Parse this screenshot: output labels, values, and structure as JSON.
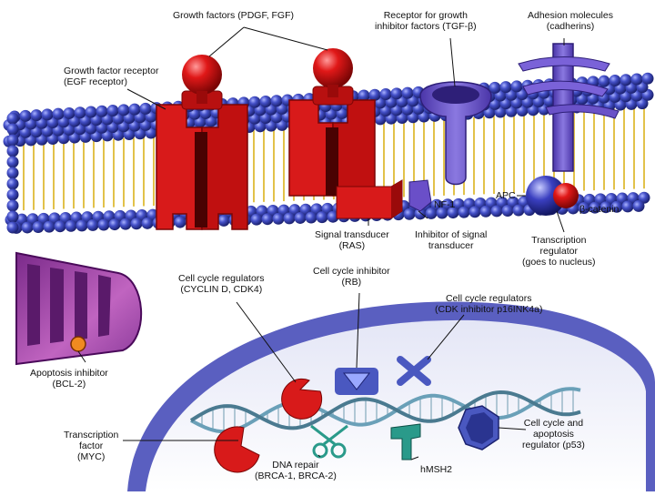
{
  "labels": {
    "growth_factors": "Growth factors (PDGF, FGF)",
    "receptor_inhibitor": [
      "Receptor for growth",
      "inhibitor factors (TGF-β)"
    ],
    "adhesion": [
      "Adhesion molecules",
      "(cadherins)"
    ],
    "gf_receptor": [
      "Growth factor receptor",
      "(EGF receptor)"
    ],
    "nf1": "NF-1",
    "apc": "APC",
    "beta_catenin": "β-catenin",
    "signal_transducer": [
      "Signal transducer",
      "(RAS)"
    ],
    "inhibitor_signal": [
      "Inhibitor of signal",
      "transducer"
    ],
    "transcription_regulator": [
      "Transcription",
      "regulator",
      "(goes to nucleus)"
    ],
    "cyclin": [
      "Cell cycle regulators",
      "(CYCLIN D, CDK4)"
    ],
    "rb": [
      "Cell cycle inhibitor",
      "(RB)"
    ],
    "cdk_inhibitor": [
      "Cell cycle regulators",
      "(CDK inhibitor p16INK4a)"
    ],
    "bcl2": [
      "Apoptosis inhibitor",
      "(BCL-2)"
    ],
    "myc": [
      "Transcription",
      "factor",
      "(MYC)"
    ],
    "dna_repair": [
      "DNA repair",
      "(BRCA-1, BRCA-2)"
    ],
    "hmsh2": "hMSH2",
    "p53": [
      "Cell cycle and",
      "apoptosis",
      "regulator (p53)"
    ]
  },
  "colors": {
    "membrane_bead": "#3a45b8",
    "lipid_tail": "#e2c24a",
    "receptor_red": "#d81a1a",
    "purple_protein": "#6a4fc8",
    "nucleus_envelope": "#5a5fc0",
    "mitochondrion": "#b048b0",
    "dna": "#6aa0b8",
    "p53": "#4a58c0",
    "teal": "#2a9a8a"
  }
}
